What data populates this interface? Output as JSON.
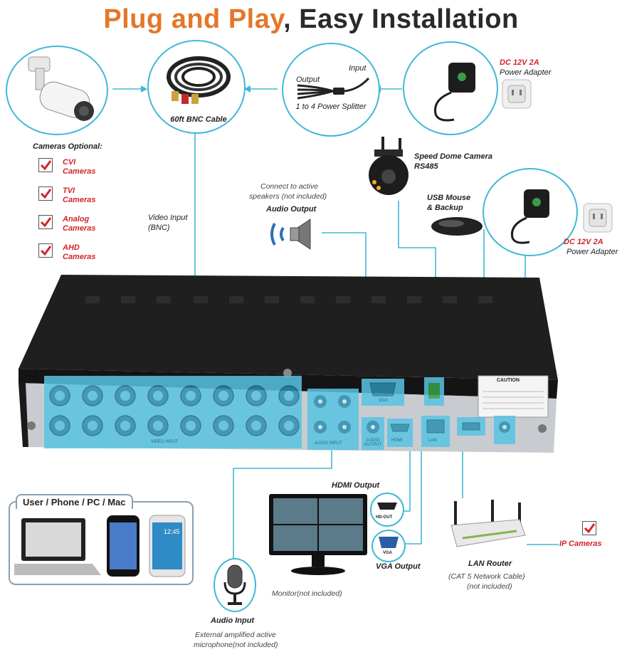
{
  "title": {
    "part1": "Plug and Play",
    "part2": ", Easy Installation"
  },
  "top_row": {
    "bnc_cable": "60ft BNC Cable",
    "splitter_output": "Output",
    "splitter_input": "Input",
    "splitter_label": "1 to 4 Power Splitter",
    "adapter_top_line1": "DC 12V 2A",
    "adapter_top_line2": "Power Adapter"
  },
  "cameras_optional": {
    "heading": "Cameras Optional:",
    "items": [
      {
        "name": "CVI",
        "suffix": "Cameras"
      },
      {
        "name": "TVI",
        "suffix": "Cameras"
      },
      {
        "name": "Analog",
        "suffix": "Cameras"
      },
      {
        "name": "AHD",
        "suffix": "Cameras"
      }
    ]
  },
  "video_input": {
    "line1": "Video Input",
    "line2": "(BNC)"
  },
  "audio_output": {
    "note_line1": "Connect to active",
    "note_line2": "speakers (not included)",
    "label": "Audio Output"
  },
  "speed_dome": {
    "line1": "Speed Dome Camera",
    "line2": "RS485"
  },
  "usb_mouse": {
    "line1": "USB Mouse",
    "line2": "& Backup"
  },
  "adapter_right": {
    "line1": "DC 12V 2A",
    "line2": "Power Adapter"
  },
  "dvr_ports": {
    "video_input": "VIDEO INPUT",
    "audio_input": "AUDIO INPUT",
    "audio_output": "AUDIO OUTPUT",
    "vga": "VGA",
    "hdmi": "HDMI",
    "lan": "LAN",
    "caution": "CAUTION"
  },
  "user_box": {
    "label": "User / Phone / PC / Mac",
    "phone_time": "12:45"
  },
  "hdmi_output": {
    "label": "HDMI Output",
    "port_text": "HD-OUT"
  },
  "vga_output": {
    "label": "VGA Output",
    "port_text": "VGA"
  },
  "monitor": {
    "label": "Monitor(not included)"
  },
  "audio_input": {
    "label": "Audio Input",
    "note_line1": "External amplified active",
    "note_line2": "microphone(not included)"
  },
  "lan_router": {
    "label": "LAN Router",
    "note_line1": "(CAT 5 Network Cable)",
    "note_line2": "(not included)"
  },
  "ip_cameras": {
    "label": "IP Cameras"
  },
  "colors": {
    "accent": "#3fb8d6",
    "orange": "#e4772a",
    "red": "#d3242b",
    "port_highlight": "#59c3e3"
  }
}
